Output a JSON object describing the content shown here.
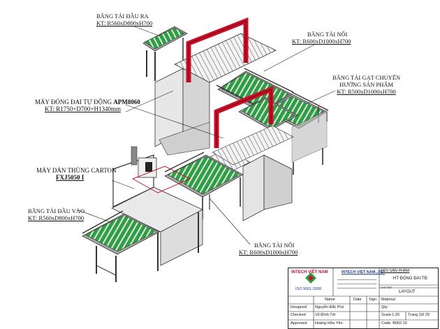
{
  "labels": {
    "out_conveyor": {
      "line1": "BĂNG TẢI ĐẦU RA",
      "line2": "KT: R560xD800xH700"
    },
    "top_conveyor_right": {
      "line1": "BĂNG TẢI NỐI",
      "line2": "KT: R600xD1000xH700"
    },
    "side_conveyor": {
      "line1": "BĂNG TẢI GẠT CHUYỂN",
      "line2": "HƯỚNG SẢN PHẨM",
      "line3": "KT: R500xD1000xH700"
    },
    "strapping_machine": {
      "line1_prefix": "MÁY ĐÓNG ĐAI TỰ ĐỘNG ",
      "line1_model": "APM8060",
      "line2": "KT:  R1750×D700×H1340mm"
    },
    "carton_sealer": {
      "line1": "MÁY DÁN THÙNG CARTON",
      "line2": "FXJ5050 I"
    },
    "in_conveyor": {
      "line1": "BĂNG TẢI ĐẦU VÀO",
      "line2": "KT: R560xD800xH700"
    },
    "bottom_conveyor": {
      "line1": "BĂNG TẢI NỐI",
      "line2": "KT: R600xD1000xH700"
    }
  },
  "title_block": {
    "logo_text": "INTECH VIỆT NAM",
    "iso_text": "ISO 9001:2008",
    "company": "INTECH VIỆT NAM.,JSC",
    "col_name": "Name",
    "col_date": "Date",
    "col_sign": "Sign",
    "rows": [
      {
        "role": "Designed",
        "name": "Nguyễn Đắc Phú"
      },
      {
        "role": "Checked",
        "name": "Vũ Đình Tới"
      },
      {
        "role": "Approved",
        "name": "Hoàng Hữu Yên"
      }
    ],
    "project_label": "TÊN SẢN PHẨM",
    "project_value": "HT ĐÓNG ĐAI TĐ",
    "material": "Material:",
    "qty": "Qty:",
    "scale": "Scale:1:20",
    "page": "Trang 19/ 29",
    "drawing_label": "CHI TIẾT",
    "drawing_value": "LAYOUT",
    "code": "Code: B002.19"
  },
  "colors": {
    "belt": "#2f9e45",
    "frame_red": "#c8102e",
    "machine": "#eeeeee",
    "outline": "#333333"
  }
}
